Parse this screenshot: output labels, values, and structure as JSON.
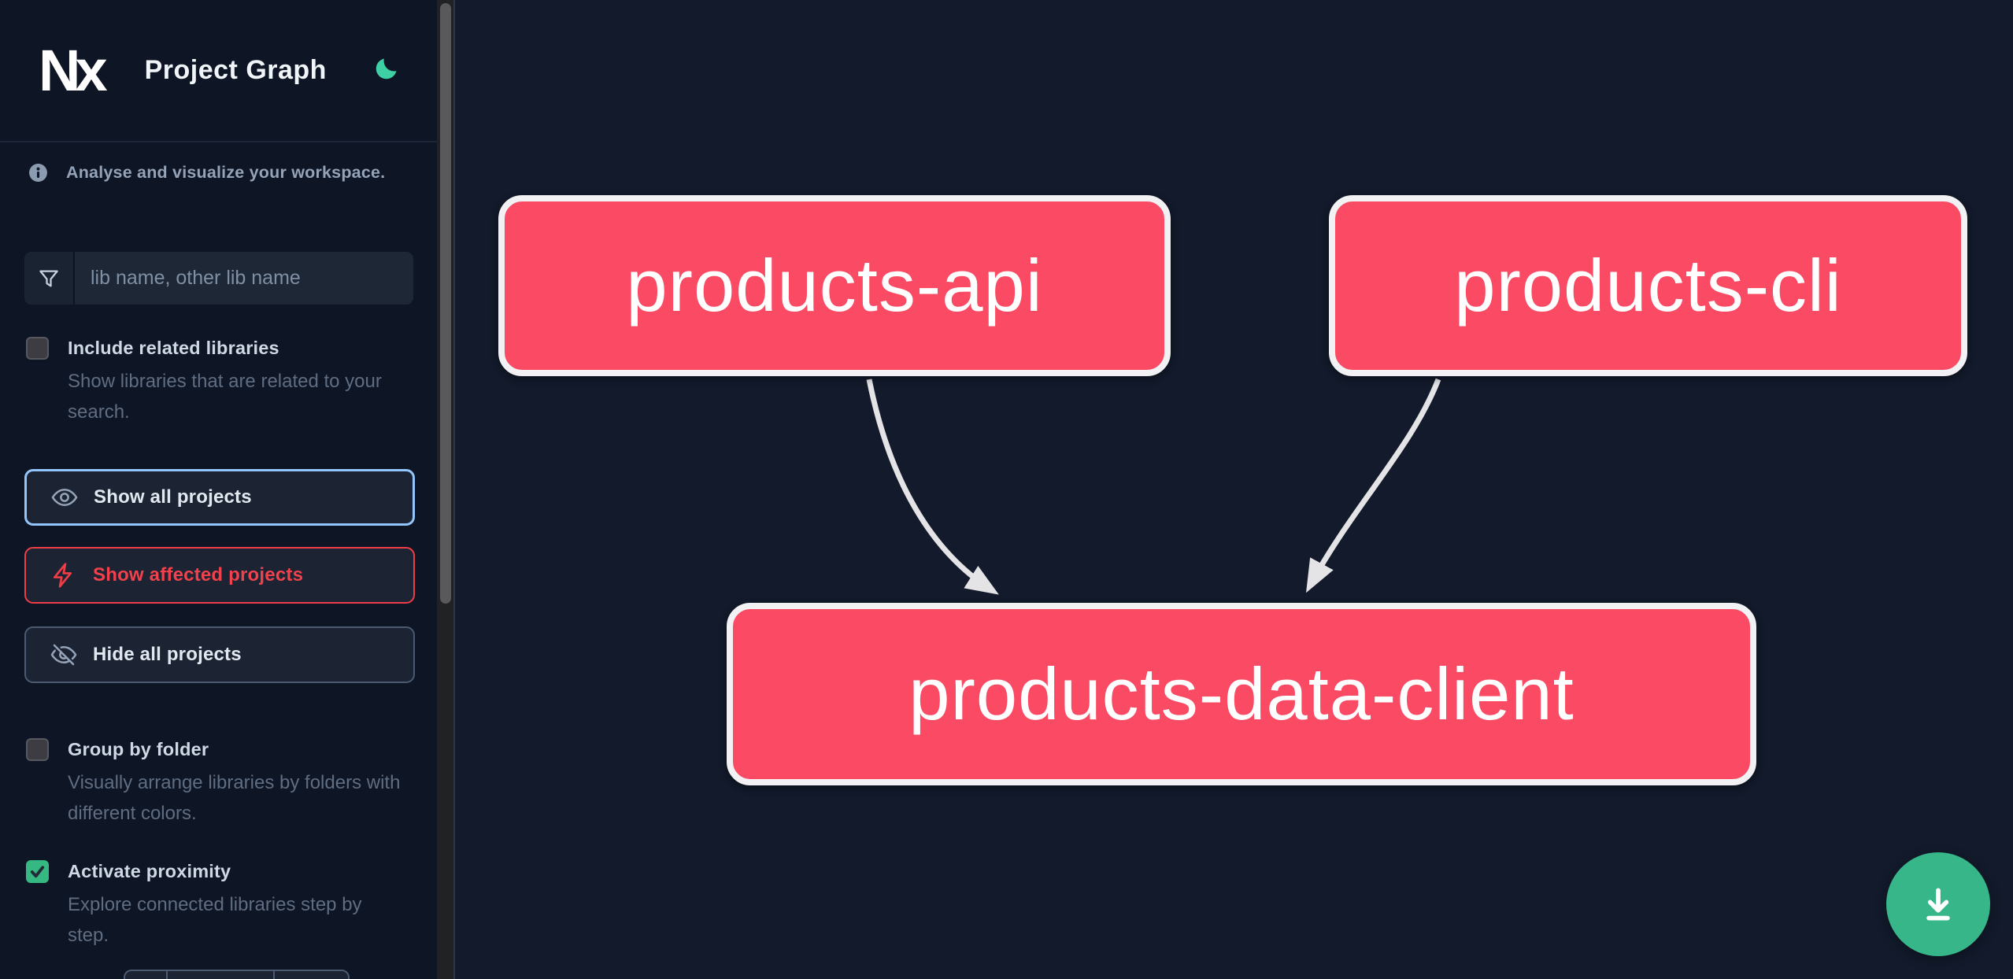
{
  "app": {
    "logo_text": "Nx",
    "title": "Project Graph"
  },
  "sidebar": {
    "tagline": "Analyse and visualize your workspace.",
    "search_placeholder": "lib name, other lib name",
    "options": [
      {
        "label": "Include related libraries",
        "description": "Show libraries that are related to your search.",
        "checked": false
      },
      {
        "label": "Group by folder",
        "description": "Visually arrange libraries by folders with different colors.",
        "checked": false
      },
      {
        "label": "Activate proximity",
        "description": "Explore connected libraries step by step.",
        "checked": true
      }
    ],
    "actions": [
      {
        "label": "Show all projects",
        "state": "focused"
      },
      {
        "label": "Show affected projects",
        "state": "affected"
      },
      {
        "label": "Hide all projects",
        "state": "default"
      }
    ]
  },
  "graph": {
    "nodes": [
      {
        "id": "products-api"
      },
      {
        "id": "products-cli"
      },
      {
        "id": "products-data-client"
      }
    ],
    "edges": [
      {
        "from": "products-api",
        "to": "products-data-client"
      },
      {
        "from": "products-cli",
        "to": "products-data-client"
      }
    ]
  },
  "colors": {
    "node_affected_pink": "#fb4a63",
    "node_border": "#f2f2f4",
    "edge_gray": "#e4e4e7",
    "focus_border_blue": "#93c5fd",
    "affected_red": "#ee3d47",
    "fab_green": "#36b689",
    "moon_teal": "#3ecfa4",
    "checkbox_checked_green": "#36b883"
  }
}
